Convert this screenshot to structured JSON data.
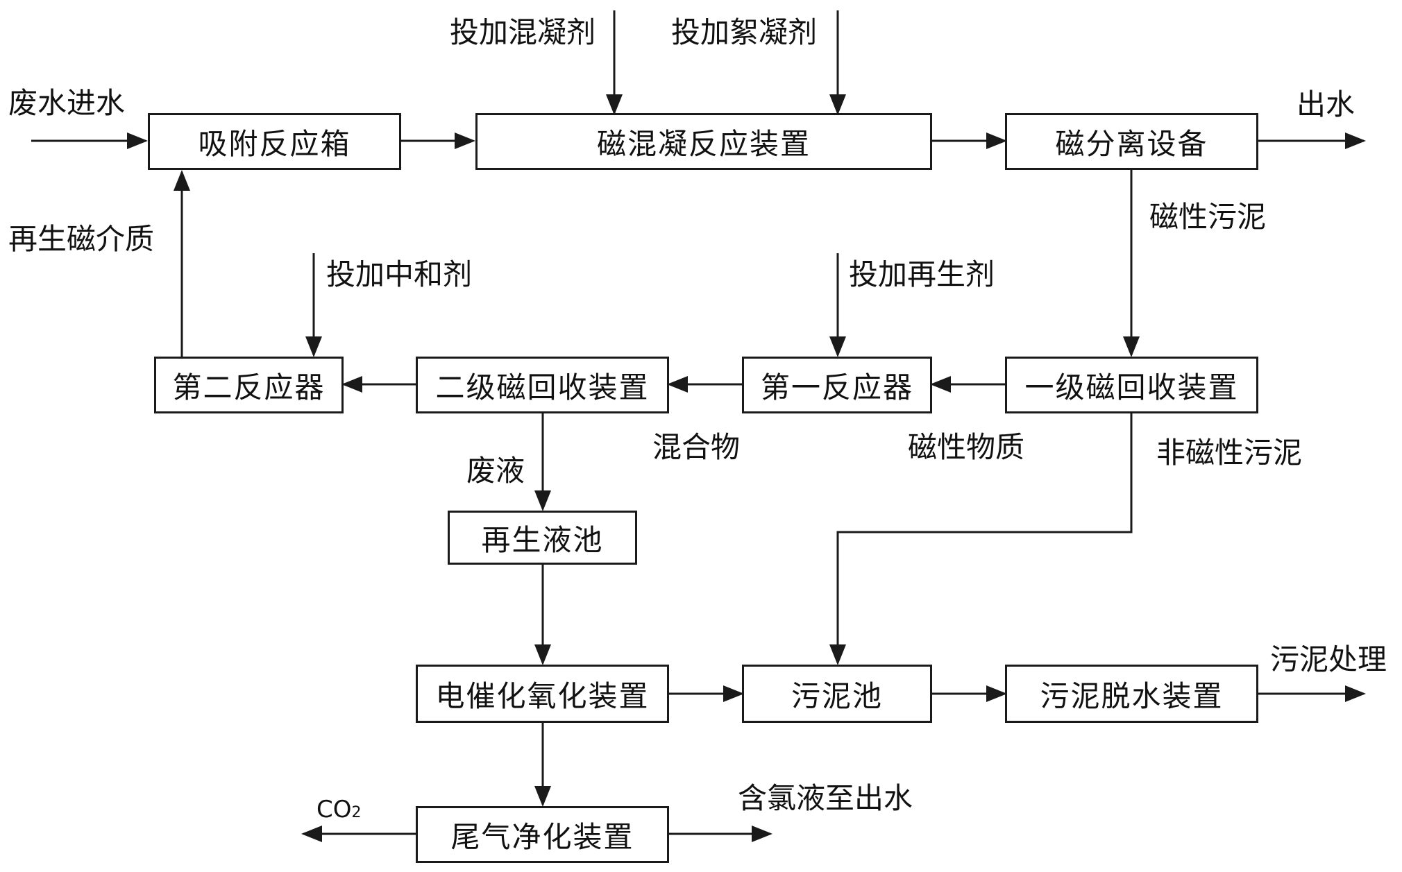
{
  "boxes": {
    "adsorption_tank": "吸附反应箱",
    "magnetic_coagulation_device": "磁混凝反应装置",
    "magnetic_separation_equipment": "磁分离设备",
    "second_reactor": "第二反应器",
    "secondary_magnetic_recovery": "二级磁回收装置",
    "first_reactor": "第一反应器",
    "primary_magnetic_recovery": "一级磁回收装置",
    "regeneration_liquid_pool": "再生液池",
    "electrocatalytic_oxidation": "电催化氧化装置",
    "sludge_pool": "污泥池",
    "sludge_dewatering": "污泥脱水装置",
    "tail_gas_purification": "尾气净化装置"
  },
  "labels": {
    "wastewater_inlet": "废水进水",
    "add_coagulant": "投加混凝剂",
    "add_flocculant": "投加絮凝剂",
    "effluent": "出水",
    "regenerated_magnetic_medium": "再生磁介质",
    "magnetic_sludge": "磁性污泥",
    "add_neutralizer": "投加中和剂",
    "add_regenerant": "投加再生剂",
    "mixture": "混合物",
    "magnetic_substance": "磁性物质",
    "nonmagnetic_sludge": "非磁性污泥",
    "waste_liquid": "废液",
    "sludge_treatment": "污泥处理",
    "chlorine_liquid_to_effluent": "含氯液至出水",
    "co2_main": "CO",
    "co2_sub": "2"
  }
}
